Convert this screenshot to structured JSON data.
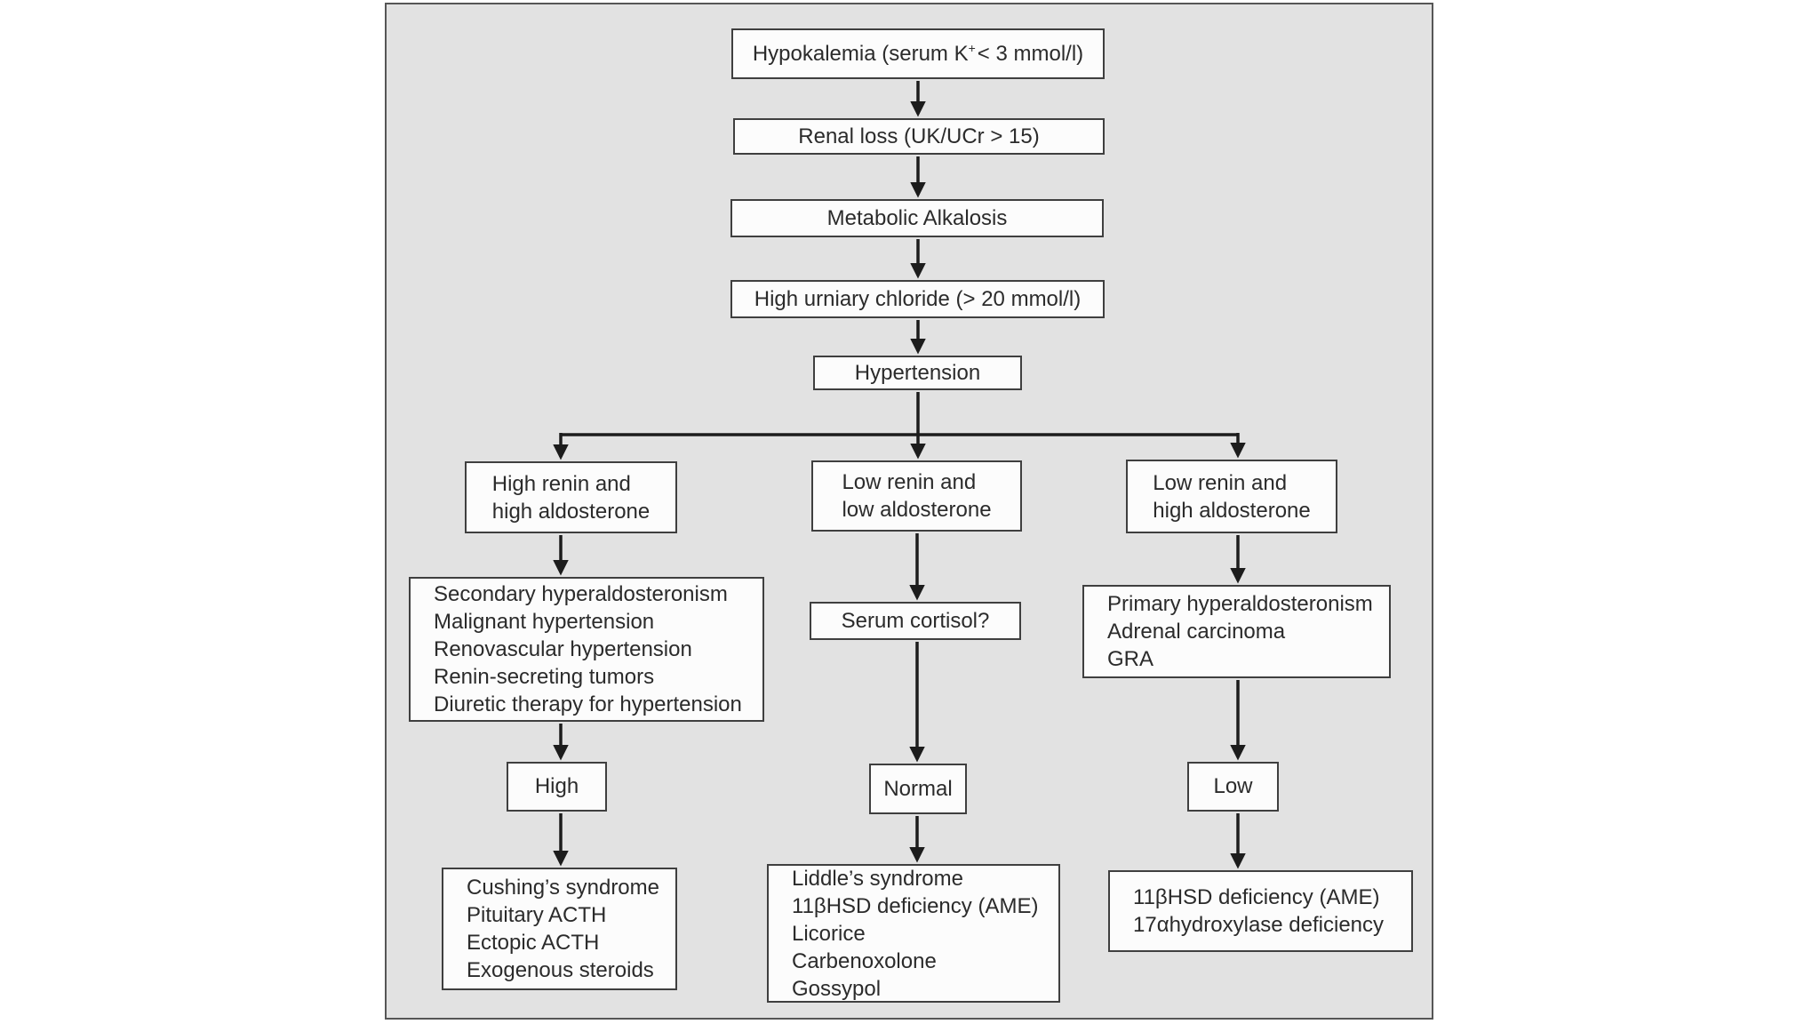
{
  "figure": {
    "type": "flowchart",
    "colors": {
      "panel_background": "#e2e2e2",
      "panel_border": "#565656",
      "node_background": "#fcfcfc",
      "node_border": "#3f3f3f",
      "connector": "#1c1c1c",
      "text": "#2b2b2b"
    }
  },
  "nodes": {
    "hypokalemia": {
      "prefix": "Hypokalemia (serum K",
      "superscript": "+",
      "suffix": "< 3 mmol/l)"
    },
    "renal_loss": {
      "label": "Renal loss (UK/UCr > 15)"
    },
    "metabolic_alkalosis": {
      "label": "Metabolic Alkalosis"
    },
    "high_urinary_chloride": {
      "label": "High urniary chloride (> 20 mmol/l)"
    },
    "hypertension": {
      "label": "Hypertension"
    },
    "high_renin_high_aldosterone": {
      "lines": [
        "High renin and",
        "high aldosterone"
      ]
    },
    "low_renin_low_aldosterone": {
      "lines": [
        "Low renin and",
        "low aldosterone"
      ]
    },
    "low_renin_high_aldosterone": {
      "lines": [
        "Low renin and",
        "high aldosterone"
      ]
    },
    "secondary_causes": {
      "lines": [
        "Secondary hyperaldosteronism",
        "Malignant hypertension",
        "Renovascular hypertension",
        "Renin-secreting tumors",
        "Diuretic therapy for hypertension"
      ]
    },
    "serum_cortisol": {
      "label": "Serum cortisol?"
    },
    "primary_causes": {
      "lines": [
        "Primary hyperaldosteronism",
        "Adrenal carcinoma",
        "GRA"
      ]
    },
    "high_result": {
      "label": "High"
    },
    "normal_result": {
      "label": "Normal"
    },
    "low_result": {
      "label": "Low"
    },
    "cushing_causes": {
      "lines": [
        "Cushing’s syndrome",
        "Pituitary ACTH",
        "Ectopic ACTH",
        "Exogenous steroids"
      ]
    },
    "liddle_causes": {
      "lines": [
        "Liddle’s syndrome",
        "11βHSD deficiency (AME)",
        "Licorice",
        "Carbenoxolone",
        "Gossypol"
      ]
    },
    "ame_causes": {
      "lines": [
        "11βHSD deficiency (AME)",
        "17αhydroxylase deficiency"
      ]
    }
  },
  "edges": [
    {
      "from": "hypokalemia",
      "to": "renal_loss"
    },
    {
      "from": "renal_loss",
      "to": "metabolic_alkalosis"
    },
    {
      "from": "metabolic_alkalosis",
      "to": "high_urinary_chloride"
    },
    {
      "from": "high_urinary_chloride",
      "to": "hypertension"
    },
    {
      "from": "hypertension",
      "to": "high_renin_high_aldosterone"
    },
    {
      "from": "hypertension",
      "to": "low_renin_low_aldosterone"
    },
    {
      "from": "hypertension",
      "to": "low_renin_high_aldosterone"
    },
    {
      "from": "high_renin_high_aldosterone",
      "to": "secondary_causes"
    },
    {
      "from": "secondary_causes",
      "to": "high_result"
    },
    {
      "from": "high_result",
      "to": "cushing_causes"
    },
    {
      "from": "low_renin_low_aldosterone",
      "to": "serum_cortisol"
    },
    {
      "from": "serum_cortisol",
      "to": "normal_result"
    },
    {
      "from": "normal_result",
      "to": "liddle_causes"
    },
    {
      "from": "low_renin_high_aldosterone",
      "to": "primary_causes"
    },
    {
      "from": "primary_causes",
      "to": "low_result"
    },
    {
      "from": "low_result",
      "to": "ame_causes"
    }
  ]
}
